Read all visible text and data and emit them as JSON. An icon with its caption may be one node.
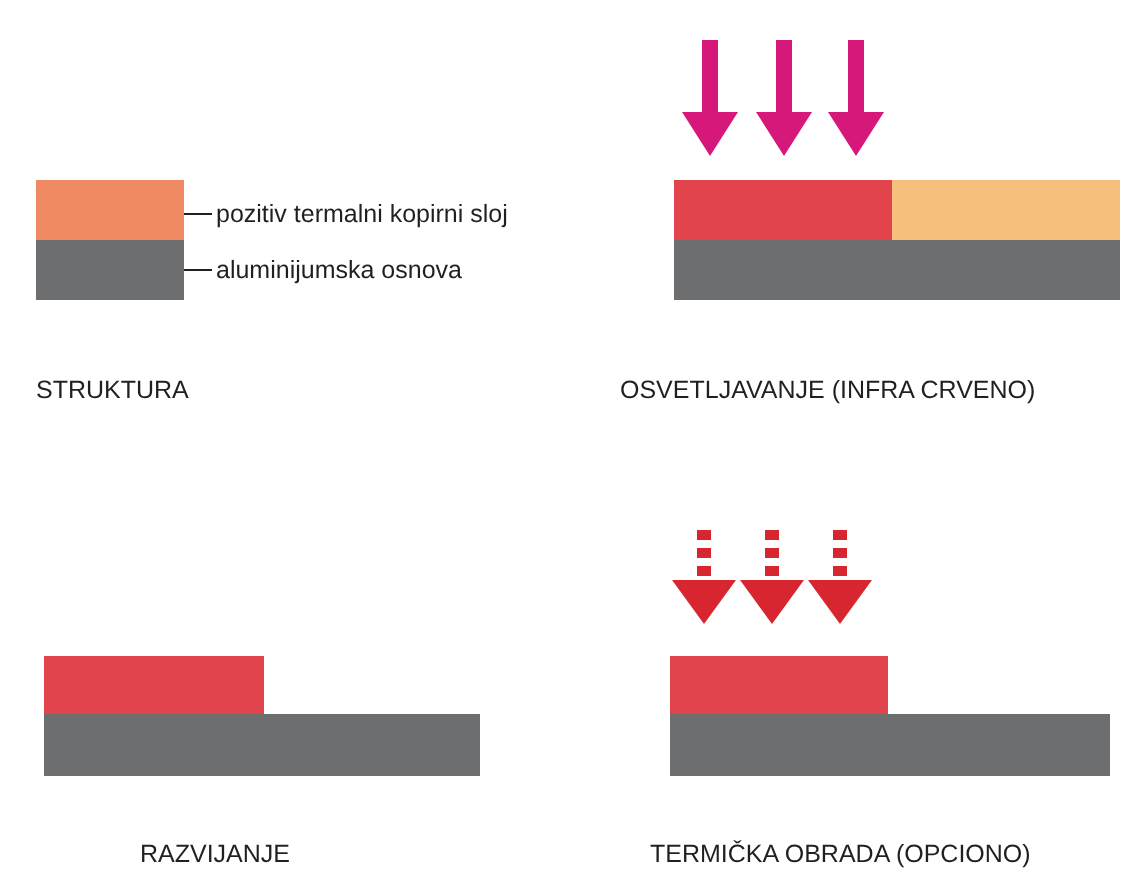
{
  "diagram": {
    "nodes": [
      {
        "text": [
          "pozitiv termalni kopirni sloj"
        ]
      },
      {
        "text": [],
        "shape": "bar"
      },
      {
        "text": [
          "aluminijumska osnova"
        ]
      },
      {
        "text": [],
        "shape": "bar"
      }
    ],
    "edges": [
      {
        "from": 0,
        "to": 1,
        "arrow": "none"
      },
      {
        "from": 2,
        "to": 3,
        "arrow": "none"
      }
    ],
    "labels": [
      "STRUKTURA",
      "OSVETLJAVANJE (INFRA CRVENO)",
      "RAZVIJANJE",
      "TERMIČKA OBRADA (OPCIONO)"
    ]
  }
}
